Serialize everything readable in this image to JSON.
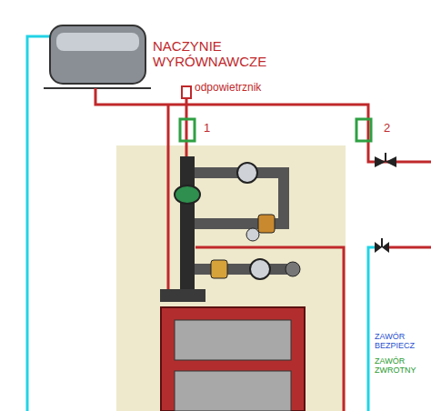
{
  "diagram": {
    "labels": [
      "NACZYNIE WYRÓWNAWCZE",
      "odpowietrznik",
      "1",
      "2",
      "ZAWÓR BEZPIECZ",
      "ZAWÓR ZWROTNY"
    ]
  }
}
